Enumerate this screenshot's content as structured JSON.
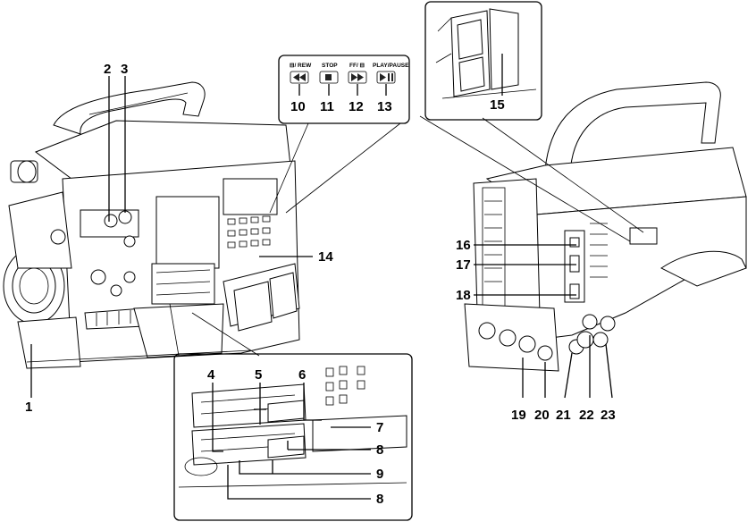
{
  "callouts": {
    "c1": "1",
    "c2": "2",
    "c3": "3",
    "c4": "4",
    "c5": "5",
    "c6": "6",
    "c7": "7",
    "c8a": "8",
    "c8b": "8",
    "c9": "9",
    "c10": "10",
    "c11": "11",
    "c12": "12",
    "c13": "13",
    "c14": "14",
    "c15": "15",
    "c16": "16",
    "c17": "17",
    "c18": "18",
    "c19": "19",
    "c20": "20",
    "c21": "21",
    "c22": "22",
    "c23": "23"
  },
  "transport_buttons": {
    "rew": "⊟/ REW",
    "stop": "STOP",
    "ff": "FF/ ⊟",
    "play": "PLAY/PAUSE"
  },
  "icons": {
    "rew": "rewind-icon",
    "stop": "stop-icon",
    "ff": "fast-forward-icon",
    "play": "play-pause-icon"
  }
}
